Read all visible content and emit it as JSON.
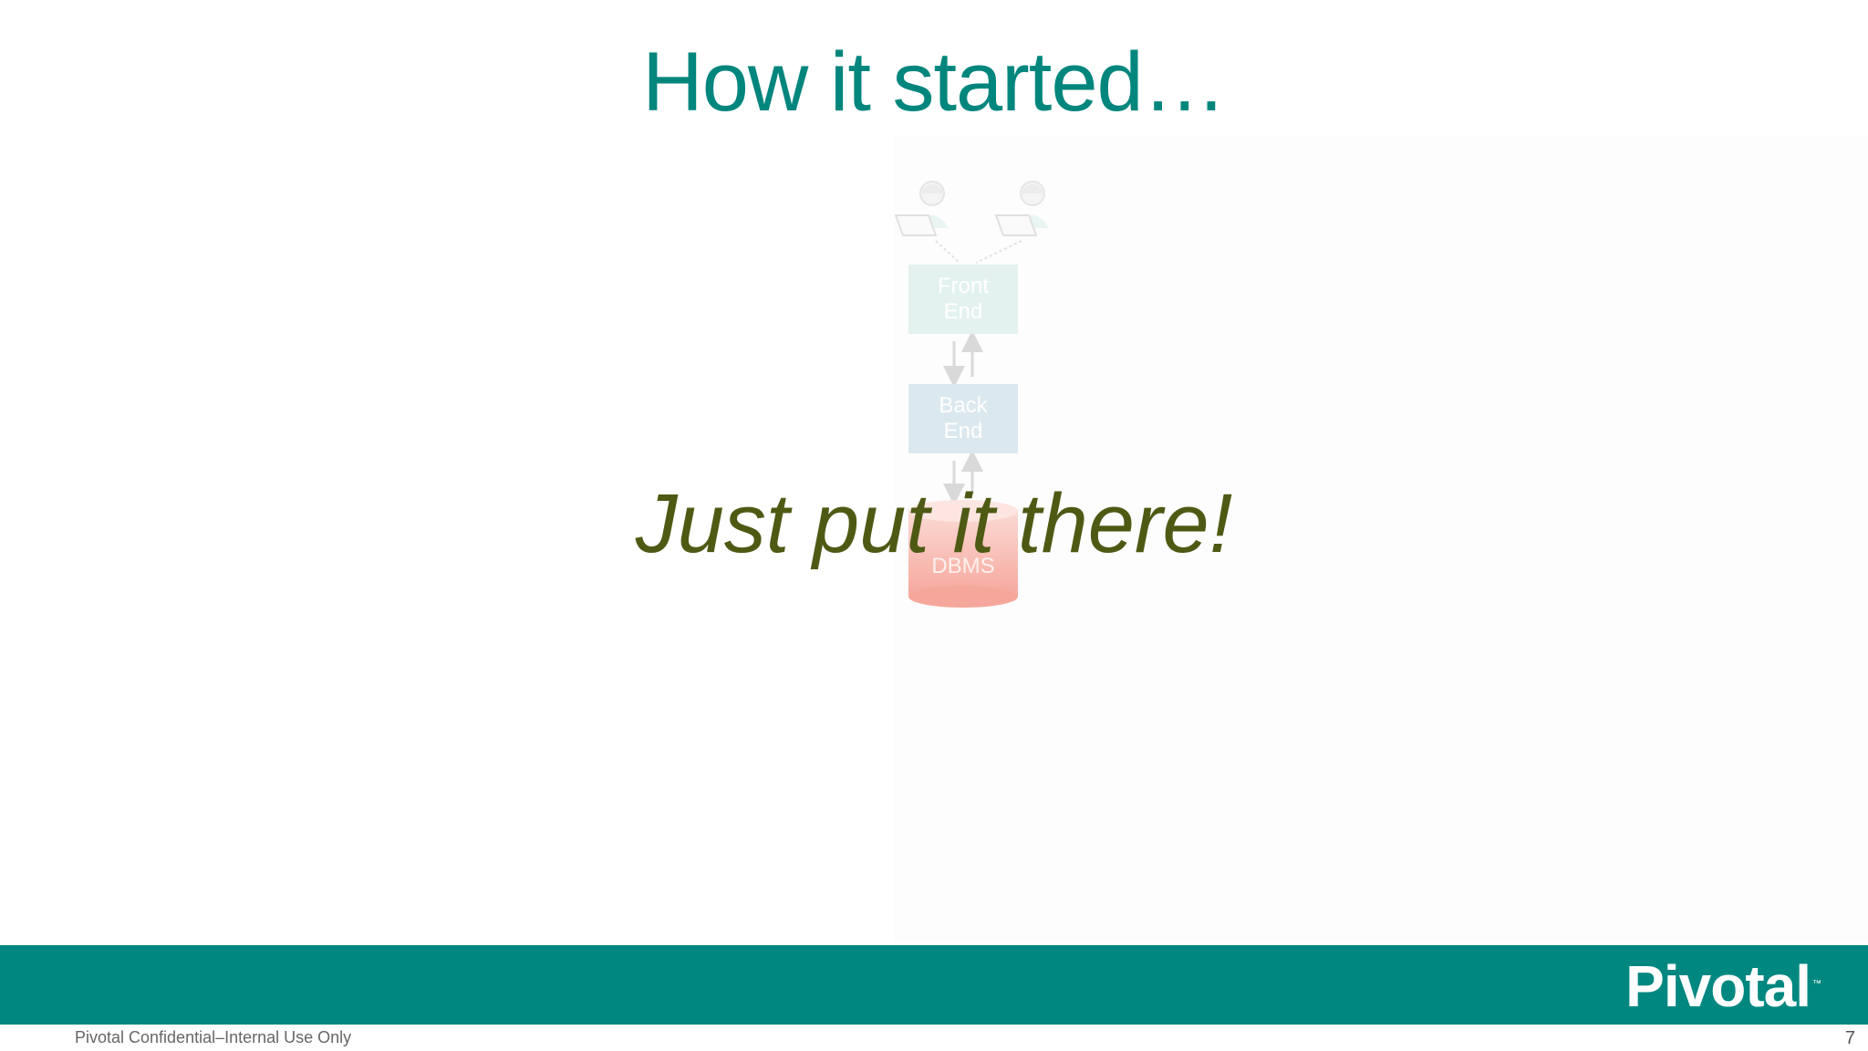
{
  "slide": {
    "title": "How it started…",
    "callout": "Just put it there!",
    "page_number": "7"
  },
  "diagram": {
    "front_end": {
      "line1": "Front",
      "line2": "End"
    },
    "back_end": {
      "line1": "Back",
      "line2": "End"
    },
    "database": "DBMS"
  },
  "footer": {
    "brand": "Pivotal",
    "trademark": "™",
    "confidential": "Pivotal Confidential–Internal Use Only"
  },
  "colors": {
    "title": "#00867d",
    "callout": "#4e5a14",
    "footer_bar": "#008780"
  }
}
